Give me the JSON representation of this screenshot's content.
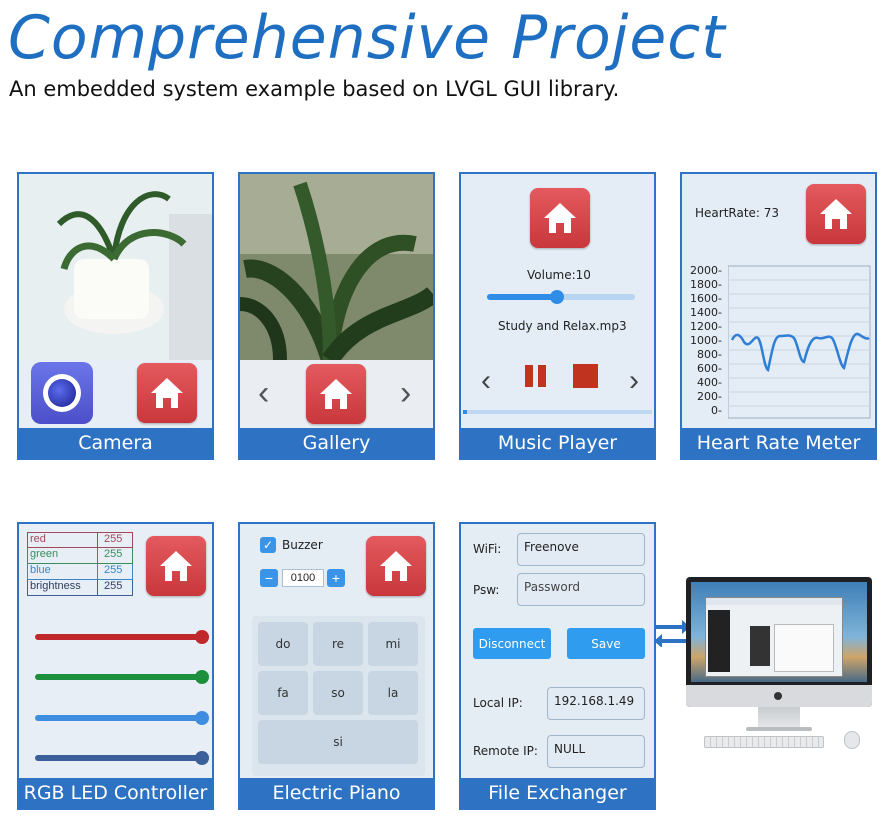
{
  "header": {
    "title": "Comprehensive Project",
    "subtitle": "An embedded system example based on LVGL GUI library."
  },
  "cards": {
    "camera": {
      "caption": "Camera"
    },
    "gallery": {
      "caption": "Gallery",
      "prev": "‹",
      "next": "›"
    },
    "music": {
      "caption": "Music Player",
      "volume_label": "Volume:10",
      "volume_fraction": 0.47,
      "track": "Study and Relax.mp3",
      "progress_fraction": 0.02
    },
    "heart": {
      "caption": "Heart Rate Meter",
      "heartrate_label": "HeartRate: 73",
      "y_ticks": [
        "2000-",
        "1800-",
        "1600-",
        "1400-",
        "1200-",
        "1000-",
        "800-",
        "600-",
        "400-",
        "200-",
        "0-"
      ]
    },
    "rgb": {
      "caption": "RGB LED Controller",
      "rows": [
        {
          "name": "red",
          "value": "255"
        },
        {
          "name": "green",
          "value": "255"
        },
        {
          "name": "blue",
          "value": "255"
        },
        {
          "name": "brightness",
          "value": "255"
        }
      ],
      "slider_values": [
        1.0,
        1.0,
        1.0,
        1.0
      ]
    },
    "piano": {
      "caption": "Electric Piano",
      "buzzer_label": "Buzzer",
      "counter": "0100",
      "minus": "−",
      "plus": "+",
      "keys": [
        "do",
        "re",
        "mi",
        "fa",
        "so",
        "la",
        "si"
      ]
    },
    "file": {
      "caption": "File Exchanger",
      "wifi_label": "WiFi:",
      "wifi_value": "Freenove",
      "psw_label": "Psw:",
      "psw_placeholder": "Password",
      "disconnect": "Disconnect",
      "save": "Save",
      "local_ip_label": "Local IP:",
      "local_ip": "192.168.1.49",
      "remote_ip_label": "Remote IP:",
      "remote_ip": "NULL"
    }
  },
  "colors": {
    "brand_blue": "#2e73c3",
    "home_red": "#d44449",
    "rgb_red": "#c0282b",
    "rgb_green": "#1e8f3c",
    "rgb_blue": "#3d8de0",
    "rgb_brightness": "#3a5f9b"
  }
}
